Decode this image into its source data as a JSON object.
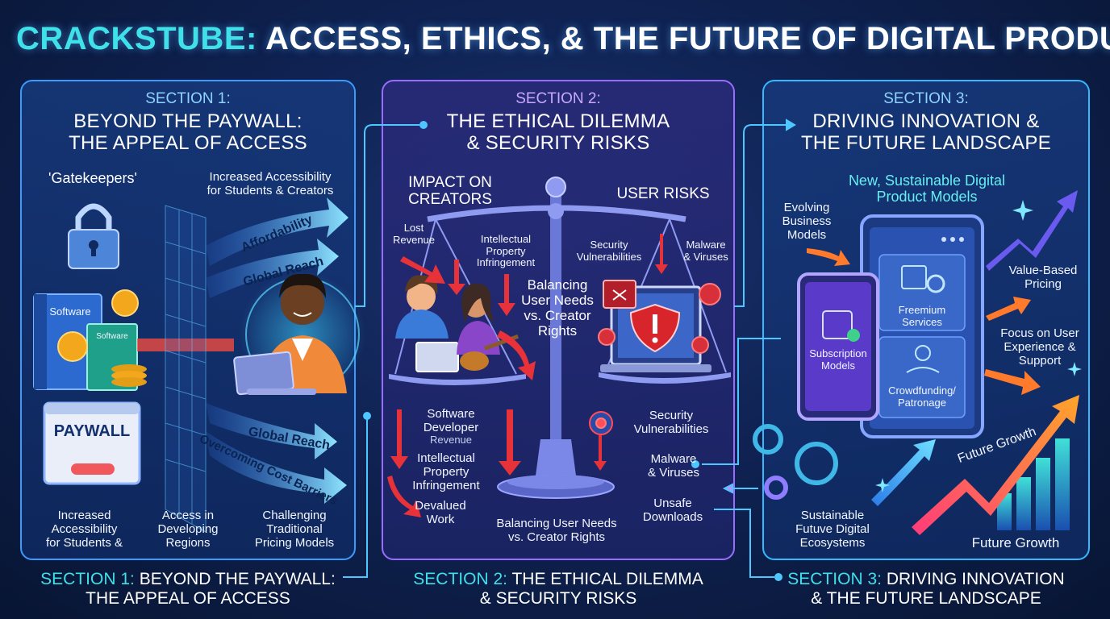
{
  "header": {
    "title_accent": "CRACKSTUBE:",
    "title_rest": "ACCESS, ETHICS, & THE FUTURE OF DIGITAL PRODUCTS"
  },
  "section1": {
    "number": "SECTION 1:",
    "title": "BEYOND THE PAYWALL:\nTHE APPEAL OF ACCESS",
    "gatekeepers": "'Gatekeepers'",
    "accessibility_top": "Increased Accessibility\nfor Students & Creators",
    "software_box_large": "Software",
    "software_box_small": "Software",
    "paywall": "PAYWALL",
    "arrows": [
      "Affordability",
      "Global Reach",
      "Global Reach",
      "Overcoming Cost Barriers"
    ],
    "bottom": [
      "Increased\nAccessibility\nfor Students &",
      "Access in\nDeveloping\nRegions",
      "Challenging\nTraditional\nPricing Models"
    ]
  },
  "section2": {
    "number": "SECTION 2:",
    "title": "THE ETHICAL DILEMMA\n& SECURITY RISKS",
    "impact": "IMPACT ON\nCREATORS",
    "user_risks": "USER RISKS",
    "lost_revenue": "Lost\nRevenue",
    "ip_top": "Intellectual\nProperty\nInfringement",
    "balancing_center": "Balancing\nUser Needs\nvs. Creator\nRights",
    "security_top": "Security\nVulnerabilities",
    "malware_top": "Malware\n& Viruses",
    "dev_label": "Software\nDeveloper",
    "dev_revenue": "Revenue",
    "ip_bottom": "Intellectual\nProperty\nInfringement",
    "devalued": "Devalued\nWork",
    "security_bottom": "Security\nVulnerabilities",
    "malware_bottom": "Malware\n& Viruses",
    "unsafe": "Unsafe\nDownloads",
    "balancing_bottom": "Balancing User Needs\nvs. Creator Rights"
  },
  "section3": {
    "number": "SECTION 3:",
    "title": "DRIVING INNOVATION &\nTHE FUTURE LANDSCAPE",
    "models_title": "New, Sustainable Digital\nProduct Models",
    "evolving": "Evolving\nBusiness\nModels",
    "value_pricing": "Value-Based\nPricing",
    "focus": "Focus on User\nExperience &\nSupport",
    "freemium": "Freemium\nServices",
    "subscription": "Subscription\nModels",
    "crowdfunding": "Crowdfunding/\nPatronage",
    "future_growth_arrow": "Future Growth",
    "future_growth": "Future Growth",
    "ecosystems": "Sustainable\nFutuve Digital\nEcosystems"
  },
  "footer": [
    {
      "accent": "SECTION 1:",
      "rest": "BEYOND THE PAYWALL:\nTHE APPEAL OF ACCESS"
    },
    {
      "accent": "SECTION 2:",
      "rest": "THE ETHICAL DILEMMA\n& SECURITY RISKS"
    },
    {
      "accent": "SECTION 3:",
      "rest": "DRIVING INNOVATION\n& THE FUTURE LANDSCAPE"
    }
  ],
  "colors": {
    "accent": "#3fe0e8",
    "panel1": "#3a9bff",
    "panel2": "#9a6bff",
    "panel3": "#35b8ff",
    "warning": "#e8323a",
    "arrow": "#6fd9ff",
    "growth": "#ff7a2a"
  }
}
